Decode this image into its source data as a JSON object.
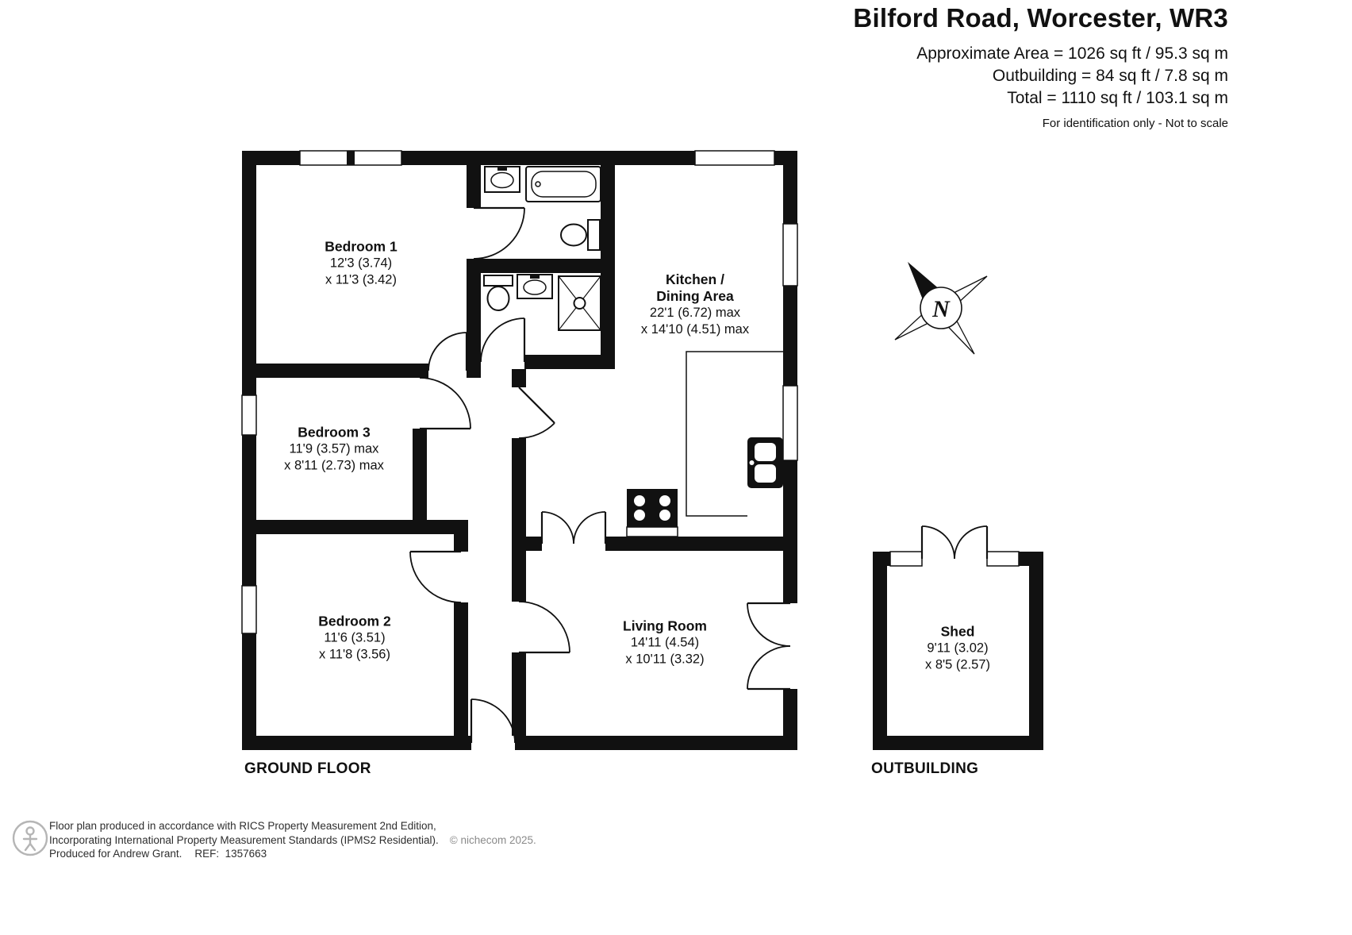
{
  "header": {
    "title": "Bilford Road, Worcester, WR3",
    "approx_area": "Approximate Area = 1026 sq ft / 95.3 sq m",
    "outbuilding_area": "Outbuilding = 84 sq ft / 7.8 sq m",
    "total_area": "Total = 1110 sq ft / 103.1 sq m",
    "disclaimer": "For identification only - Not to scale"
  },
  "compass": {
    "letter": "N"
  },
  "rooms": {
    "bedroom1": {
      "name": "Bedroom 1",
      "dim1": "12'3 (3.74)",
      "dim2": "x 11'3 (3.42)"
    },
    "bedroom3": {
      "name": "Bedroom 3",
      "dim1": "11'9 (3.57) max",
      "dim2": "x 8'11 (2.73) max"
    },
    "bedroom2": {
      "name": "Bedroom 2",
      "dim1": "11'6 (3.51)",
      "dim2": "x 11'8 (3.56)"
    },
    "kitchen": {
      "name": "Kitchen /",
      "name2": "Dining Area",
      "dim1": "22'1 (6.72) max",
      "dim2": "x 14'10 (4.51) max"
    },
    "living": {
      "name": "Living Room",
      "dim1": "14'11 (4.54)",
      "dim2": "x 10'11 (3.32)"
    },
    "shed": {
      "name": "Shed",
      "dim1": "9'11 (3.02)",
      "dim2": "x 8'5 (2.57)"
    }
  },
  "floor_labels": {
    "ground_floor": "GROUND FLOOR",
    "outbuilding": "OUTBUILDING"
  },
  "footer": {
    "line1": "Floor plan produced in accordance with RICS Property Measurement 2nd Edition,",
    "line2": "Incorporating International Property Measurement Standards (IPMS2 Residential).",
    "copyright": "© nichecom 2025.",
    "produced_for": "Produced for Andrew Grant.",
    "ref": "REF:  1357663"
  },
  "colors": {
    "wall": "#111111",
    "text": "#111111",
    "muted": "#8a8a8a",
    "logo": "#b5b5b5"
  }
}
